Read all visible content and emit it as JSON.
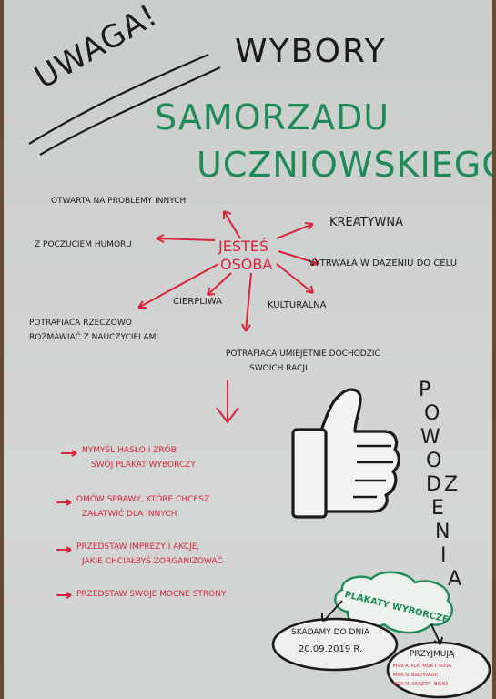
{
  "header": {
    "warning": "Uwaga!",
    "title_line1": "Wybory",
    "title_line2": "Samorzadu",
    "title_line3": "Uczniowskiego"
  },
  "center": {
    "line1": "Jesteś",
    "line2": "osoba"
  },
  "traits": [
    "Otwarta na problemy innych",
    "z poczuciem humoru",
    "Kreatywna",
    "Nytrwała w dazeniu do celu",
    "Cierpliwa",
    "Kulturalna",
    "Potrafiaca rzeczowo",
    "rozmawiać z nauczycielami",
    "Potrafiaca umiejetnie dochodzić",
    "swoich racji"
  ],
  "tasks": [
    {
      "line1": "Nymyśl hasło i zrób",
      "line2": "swój plakat wyborczy"
    },
    {
      "line1": "Omów sprawy, które chcesz",
      "line2": "załatwić dla innych"
    },
    {
      "line1": "Przedstaw imprezy i akcje,",
      "line2": "jakie chciałbyś zorganizować"
    },
    {
      "line1": "Przedstaw swoje mocne strony",
      "line2": ""
    }
  ],
  "good_luck_letters": [
    "P",
    "O",
    "W",
    "O",
    "D",
    "Z",
    "E",
    "N",
    "I",
    "A"
  ],
  "footer": {
    "badge": "Plakaty wyborcze",
    "deadline_label": "Skadamy do dnia",
    "deadline_date": "20.09.2019 r.",
    "receive_label": "Przyjmują",
    "names": [
      "mgr A. Klić mgr I. Kosa",
      "mgr N. Bachnalik",
      "mgr M. Skrzyp - Bisko"
    ]
  },
  "colors": {
    "black": "#1a1a1a",
    "red": "#d8243b",
    "green": "#1e8a55"
  }
}
